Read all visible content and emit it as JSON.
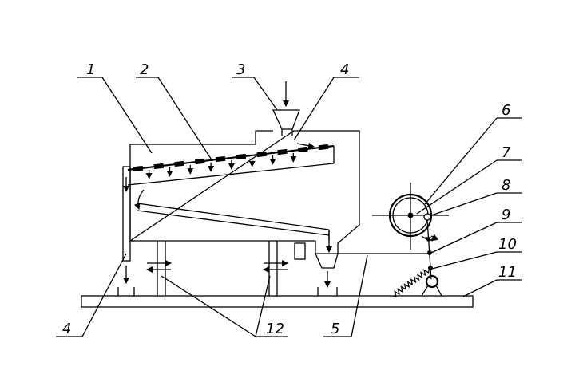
{
  "labels": {
    "l1": "1",
    "l2": "2",
    "l3": "3",
    "l4_top": "4",
    "l4_bottom": "4",
    "l5": "5",
    "l6": "6",
    "l7": "7",
    "l8": "8",
    "l9": "9",
    "l10": "10",
    "l11": "11",
    "l12": "12"
  },
  "style": {
    "stroke": "#000000",
    "background": "#ffffff"
  }
}
